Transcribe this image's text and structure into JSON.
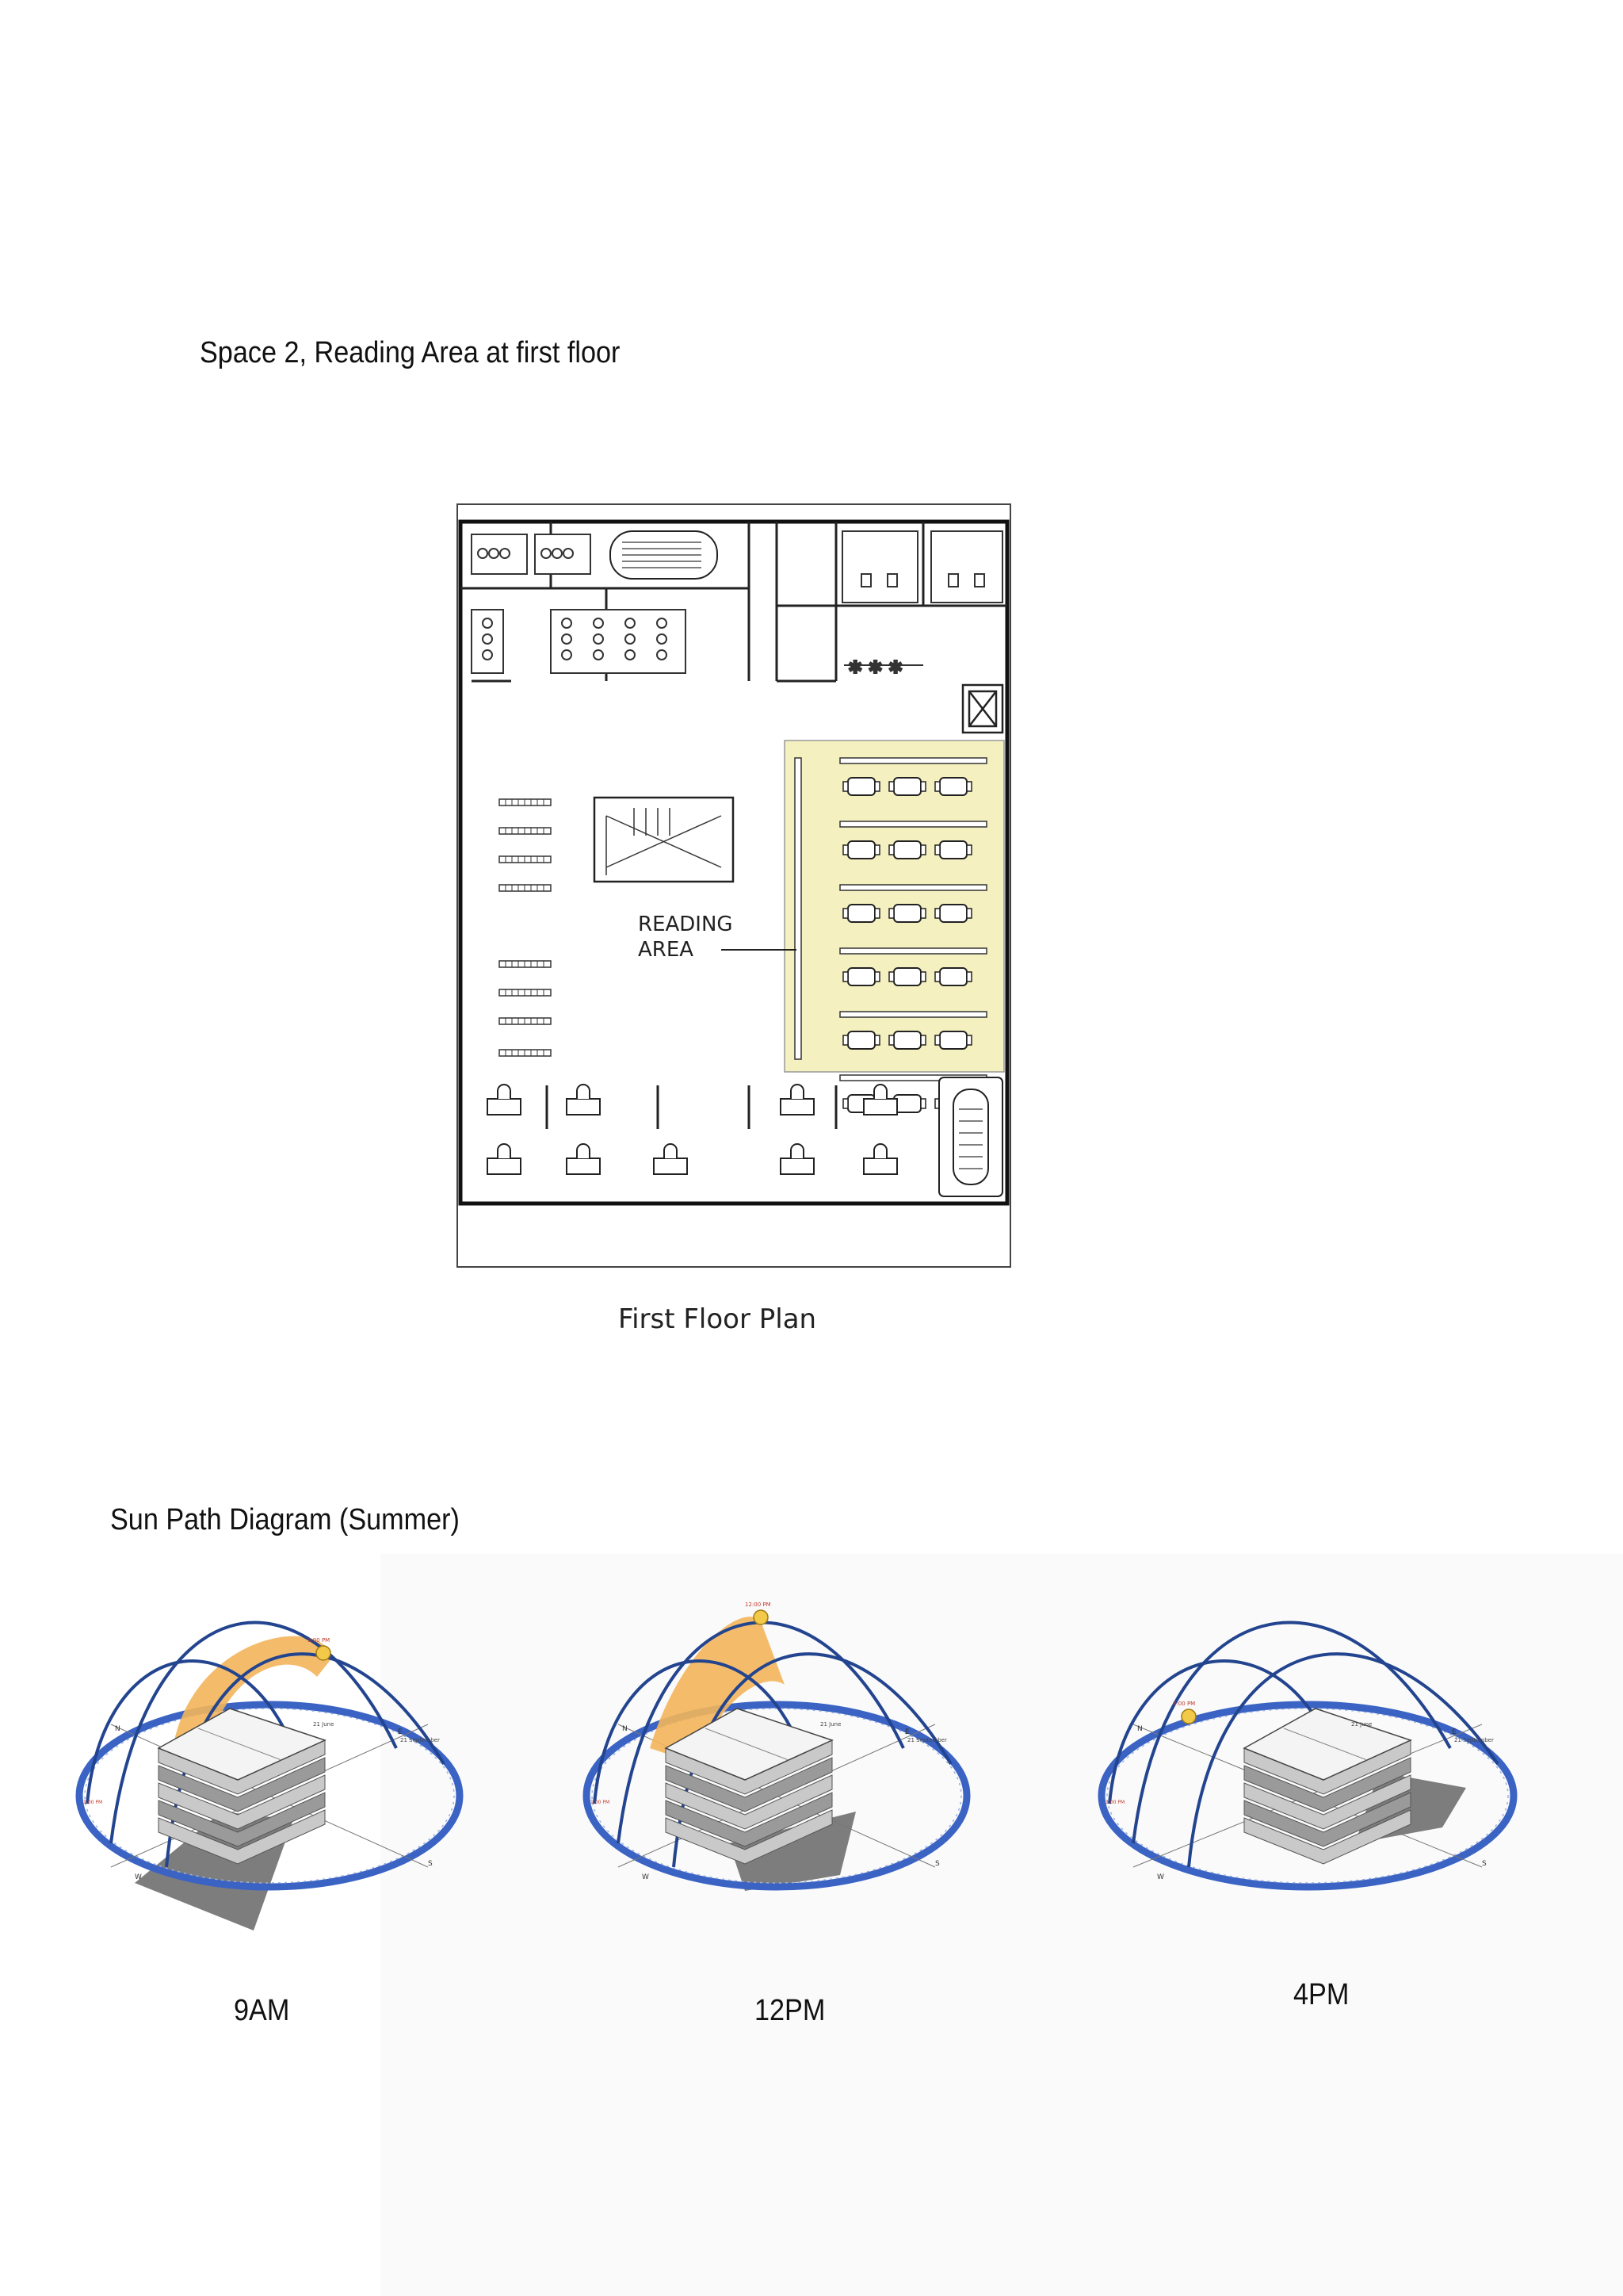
{
  "section1": {
    "heading": "Space 2, Reading Area at first floor"
  },
  "floor_plan": {
    "label_line1": "READING",
    "label_line2": "AREA",
    "caption": "First Floor Plan",
    "highlight_color": "#f5f0c0"
  },
  "section2": {
    "heading": "Sun Path Diagram (Summer)"
  },
  "diagrams": [
    {
      "time": "9AM",
      "tag_top": "3:00 PM",
      "tag_side": "1:00 PM",
      "date_a": "21 June",
      "date_b": "21 September"
    },
    {
      "time": "12PM",
      "tag_top": "12:00 PM",
      "tag_side": "1:00 PM",
      "date_a": "21 June",
      "date_b": "21 September"
    },
    {
      "time": "4PM",
      "tag_top": "4:00 PM",
      "tag_side": "1:00 PM",
      "date_a": "21 June",
      "date_b": "21 September"
    }
  ],
  "compass": {
    "n": "N",
    "e": "E",
    "s": "S",
    "w": "W"
  },
  "colors": {
    "ring": "#3a63c4",
    "arc": "#23448f",
    "sun_band": "#f3b55a",
    "shadow": "#666666"
  }
}
